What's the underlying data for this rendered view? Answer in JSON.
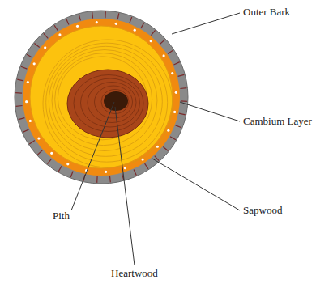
{
  "diagram": {
    "labels": [
      "Outer Bark",
      "Cambium Layer",
      "Sapwood",
      "Pith",
      "Heartwood"
    ]
  }
}
